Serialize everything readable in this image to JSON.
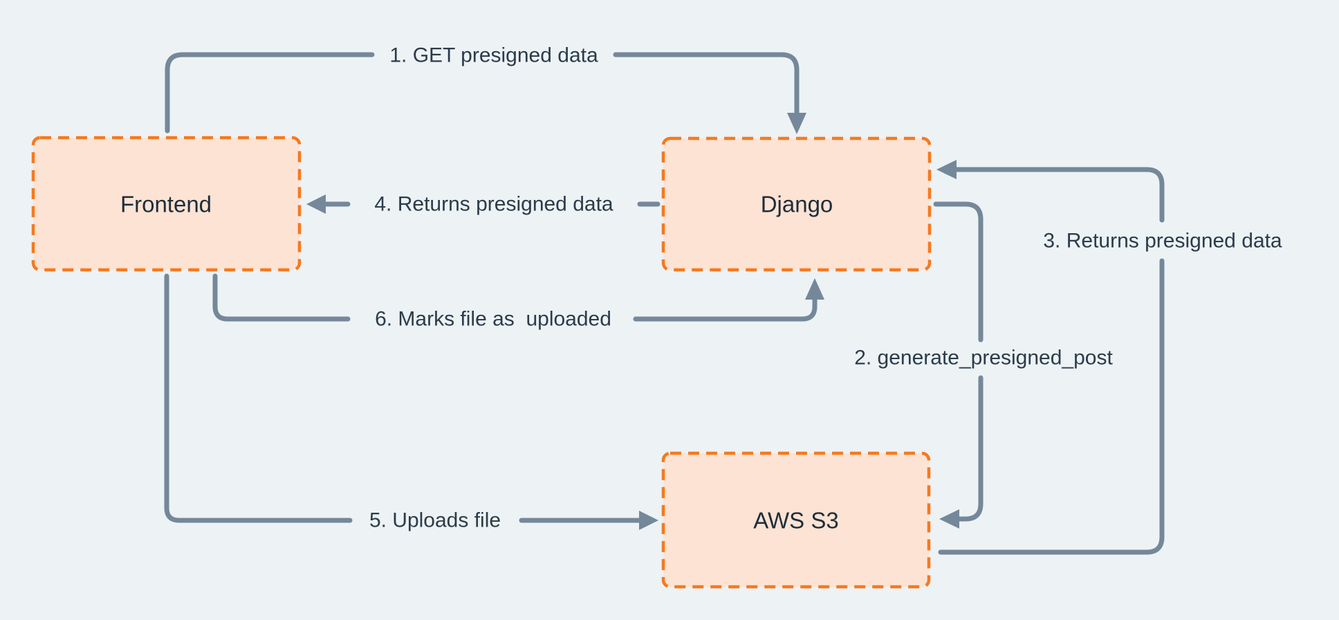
{
  "palette": {
    "background": "#edf2f5",
    "box_fill": "#fce3d3",
    "box_border": "#f6791f",
    "edge_color": "#74889a",
    "edge_label_color": "#2b3c4a",
    "node_label_color": "#1e2d3a"
  },
  "nodes": [
    {
      "id": "frontend",
      "label": "Frontend"
    },
    {
      "id": "django",
      "label": "Django"
    },
    {
      "id": "aws_s3",
      "label": "AWS S3"
    }
  ],
  "edges": [
    {
      "id": "step1",
      "label": "1. GET presigned data",
      "from": "frontend",
      "to": "django"
    },
    {
      "id": "step2",
      "label": "2. generate_presigned_post",
      "from": "django",
      "to": "aws_s3"
    },
    {
      "id": "step3",
      "label": "3. Returns presigned data",
      "from": "aws_s3",
      "to": "django"
    },
    {
      "id": "step4",
      "label": "4. Returns presigned data",
      "from": "django",
      "to": "frontend"
    },
    {
      "id": "step5",
      "label": "5. Uploads file",
      "from": "frontend",
      "to": "aws_s3"
    },
    {
      "id": "step6",
      "label": "6. Marks file as  uploaded",
      "from": "frontend",
      "to": "django"
    }
  ]
}
